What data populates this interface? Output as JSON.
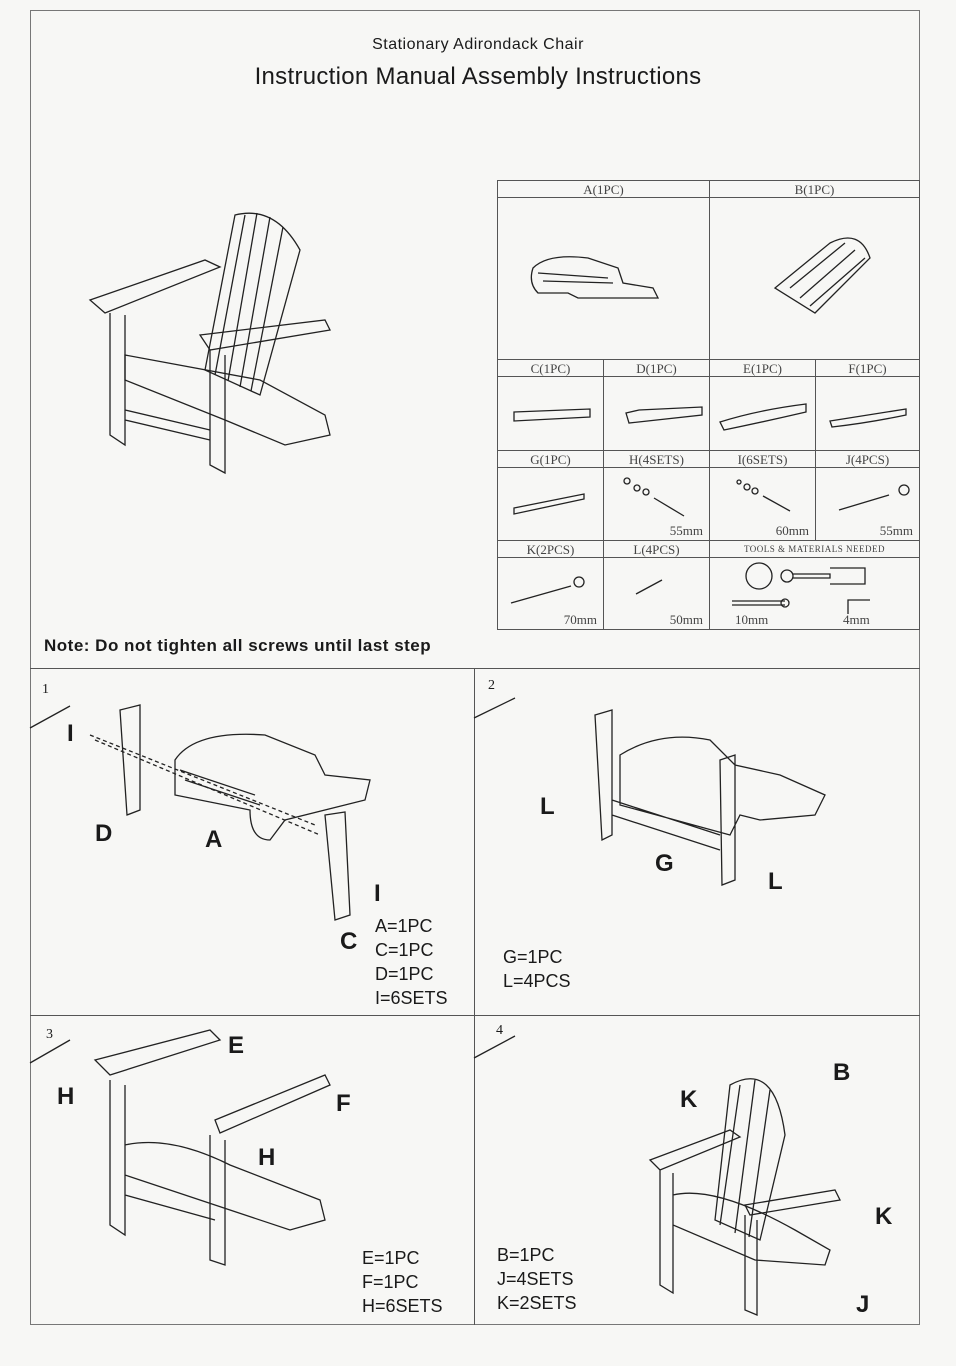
{
  "header": {
    "subtitle": "Stationary Adirondack Chair",
    "title": "Instruction Manual Assembly Instructions"
  },
  "parts": {
    "row1": [
      {
        "label": "A(1PC)"
      },
      {
        "label": "B(1PC)"
      }
    ],
    "row2": [
      {
        "label": "C(1PC)"
      },
      {
        "label": "D(1PC)"
      },
      {
        "label": "E(1PC)"
      },
      {
        "label": "F(1PC)"
      }
    ],
    "row3": [
      {
        "label": "G(1PC)"
      },
      {
        "label": "H(4SETS)",
        "size": "55mm"
      },
      {
        "label": "I(6SETS)",
        "size": "60mm"
      },
      {
        "label": "J(4PCS)",
        "size": "55mm"
      }
    ],
    "row4": [
      {
        "label": "K(2PCS)",
        "size": "70mm"
      },
      {
        "label": "L(4PCS)",
        "size": "50mm"
      }
    ],
    "tools": {
      "label": "TOOLS & MATERIALS NEEDED",
      "wrench": "10mm",
      "hex_key": "4mm"
    }
  },
  "note": "Note: Do not tighten all screws until last step",
  "steps": [
    {
      "number": "1",
      "labels": [
        "I",
        "D",
        "A",
        "I",
        "C"
      ],
      "counts": [
        "A=1PC",
        "C=1PC",
        "D=1PC",
        "I=6SETS"
      ]
    },
    {
      "number": "2",
      "labels": [
        "L",
        "G",
        "L"
      ],
      "counts": [
        "G=1PC",
        "L=4PCS"
      ]
    },
    {
      "number": "3",
      "labels": [
        "E",
        "H",
        "F",
        "H"
      ],
      "counts": [
        "E=1PC",
        "F=1PC",
        "H=6SETS"
      ]
    },
    {
      "number": "4",
      "labels": [
        "B",
        "K",
        "K",
        "J"
      ],
      "counts": [
        "B=1PC",
        "J=4SETS",
        "K=2SETS"
      ]
    }
  ]
}
